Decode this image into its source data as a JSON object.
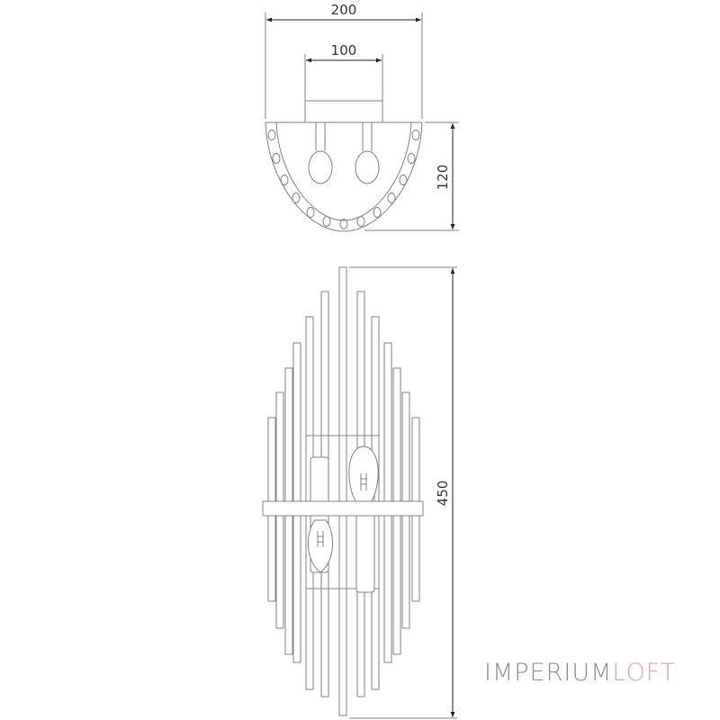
{
  "top_view": {
    "dim_width": "200",
    "dim_plate": "100",
    "dim_depth": "120"
  },
  "front_view": {
    "dim_height": "450"
  },
  "brand": {
    "part1": "IMPERIUM",
    "part2": "LOFT",
    "color1": "#8e8e8e",
    "color2": "#e3a5a3"
  },
  "line_color": "#808080"
}
